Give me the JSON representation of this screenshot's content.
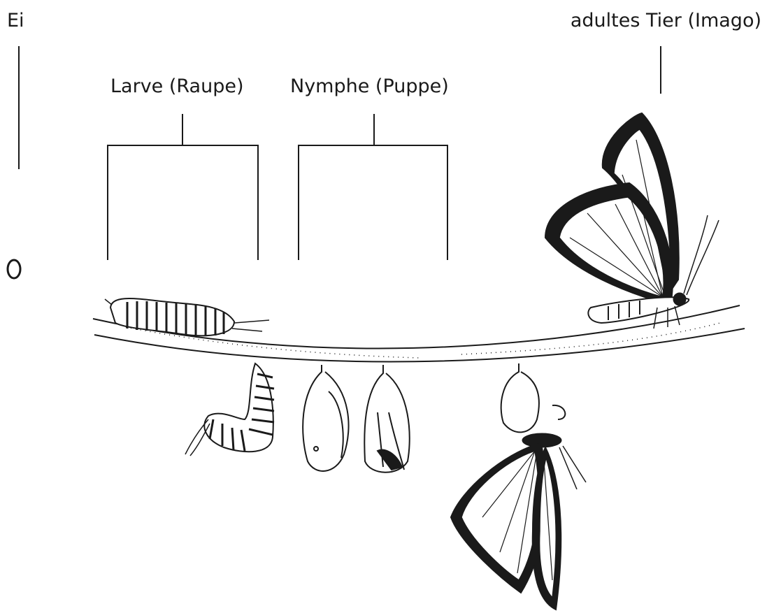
{
  "stages": {
    "egg": {
      "label": "Ei"
    },
    "larva": {
      "label": "Larve (Raupe)"
    },
    "pupa": {
      "label": "Nymphe (Puppe)"
    },
    "adult": {
      "label": "adultes Tier (Imago)"
    }
  },
  "colors": {
    "ink": "#1a1a1a",
    "paper": "#ffffff"
  }
}
